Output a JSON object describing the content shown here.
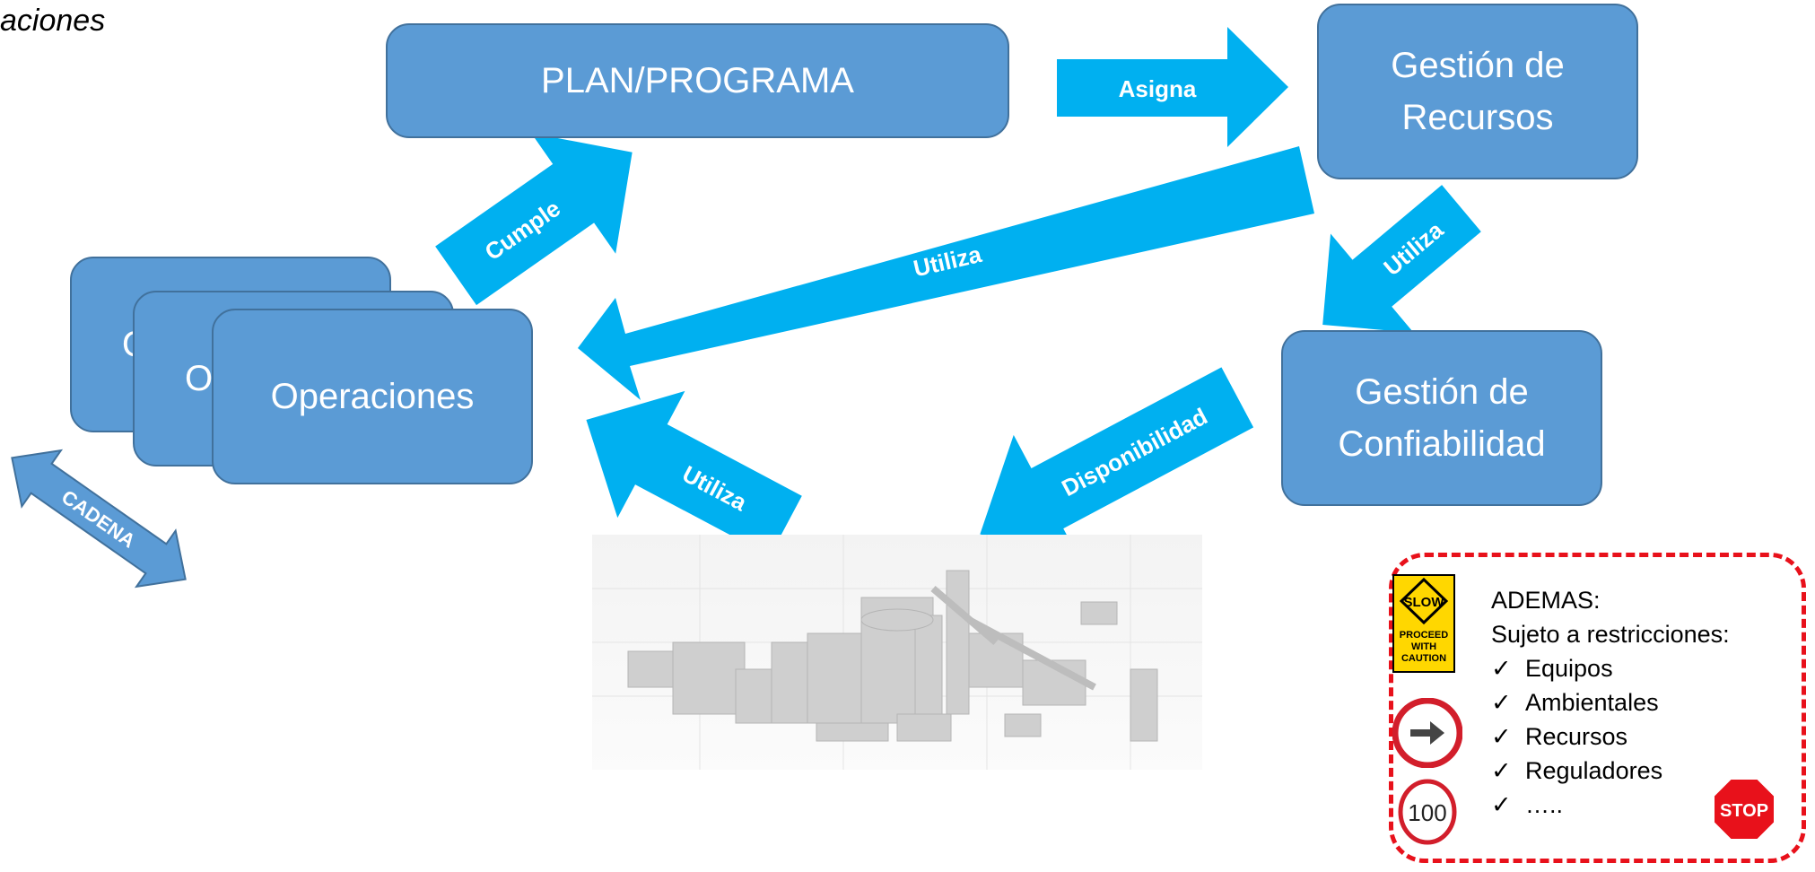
{
  "title_fragment": "aciones",
  "boxes": {
    "plan": "PLAN/PROGRAMA",
    "recursos_line1": "Gestión de",
    "recursos_line2": "Recursos",
    "confiabilidad_line1": "Gestión de",
    "confiabilidad_line2": "Confiabilidad",
    "operaciones": "Operaciones",
    "operaciones_back1": "O",
    "operaciones_back2": "O"
  },
  "arrows": {
    "asigna": "Asigna",
    "cumple": "Cumple",
    "utiliza_main": "Utiliza",
    "utiliza_right": "Utiliza",
    "disponibilidad": "Disponibilidad",
    "utiliza_bottom": "Utiliza",
    "cadena": "CADENA"
  },
  "constraints": {
    "heading": "ADEMAS:",
    "subheading": "Sujeto a restricciones:",
    "check_glyph": "✓",
    "items": [
      "Equipos",
      "Ambientales",
      "Recursos",
      "Reguladores",
      "….."
    ]
  },
  "signs": {
    "slow": "SLOW",
    "slow_sub1": "PROCEED",
    "slow_sub2": "WITH",
    "slow_sub3": "CAUTION",
    "speed": "100",
    "stop": "STOP"
  },
  "colors": {
    "box_fill": "#5b9bd5",
    "box_border": "#41719c",
    "arrow": "#00b0f0",
    "cadena_arrow": "#5b9bd5",
    "dashed_border": "#e8111b"
  }
}
